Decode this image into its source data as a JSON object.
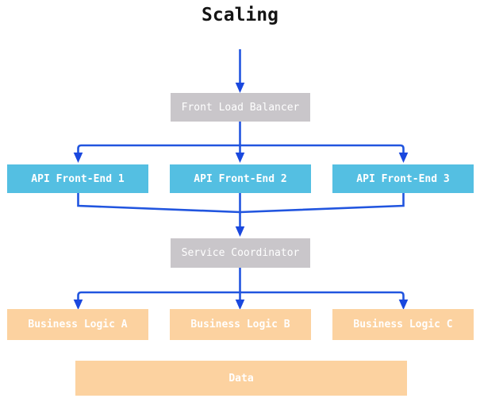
{
  "title": "Scaling",
  "colors": {
    "title_text": "#141414",
    "gray_node": "#c9c6ca",
    "blue_node": "#54bfe2",
    "orange_node": "#fcd2a0",
    "node_text": "#ffffff",
    "arrow_line": "#2155df",
    "arrow_head": "#1a48de"
  },
  "nodes": {
    "load_balancer": {
      "label": "Front Load Balancer"
    },
    "api1": {
      "label": "API Front-End 1"
    },
    "api2": {
      "label": "API Front-End 2"
    },
    "api3": {
      "label": "API Front-End 3"
    },
    "coordinator": {
      "label": "Service Coordinator"
    },
    "logic_a": {
      "label": "Business Logic A"
    },
    "logic_b": {
      "label": "Business Logic B"
    },
    "logic_c": {
      "label": "Business Logic C"
    },
    "data": {
      "label": "Data"
    }
  },
  "edges": [
    {
      "from": "start",
      "to": "Front Load Balancer"
    },
    {
      "from": "Front Load Balancer",
      "to": "API Front-End 1"
    },
    {
      "from": "Front Load Balancer",
      "to": "API Front-End 2"
    },
    {
      "from": "Front Load Balancer",
      "to": "API Front-End 3"
    },
    {
      "from": "API Front-End 1",
      "to": "Service Coordinator"
    },
    {
      "from": "API Front-End 2",
      "to": "Service Coordinator"
    },
    {
      "from": "API Front-End 3",
      "to": "Service Coordinator"
    },
    {
      "from": "Service Coordinator",
      "to": "Business Logic A"
    },
    {
      "from": "Service Coordinator",
      "to": "Business Logic B"
    },
    {
      "from": "Service Coordinator",
      "to": "Business Logic C"
    }
  ]
}
